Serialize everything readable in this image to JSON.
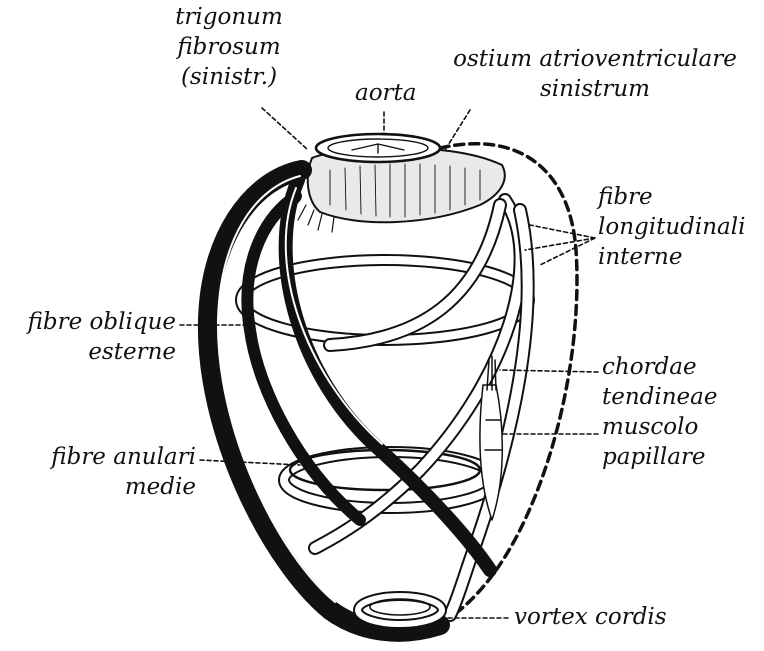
{
  "colors": {
    "ink": "#111111",
    "paper": "#ffffff",
    "ring_fill": "#ffffff",
    "base_fill": "#e9e9e9"
  },
  "labels": {
    "trigonum": [
      "trigonum",
      "fibrosum",
      "(sinistr.)"
    ],
    "aorta": "aorta",
    "ostium": [
      "ostium atrioventriculare",
      "sinistrum"
    ],
    "longitudinali": [
      "fibre",
      "longitudinali",
      "interne"
    ],
    "oblique": [
      "fibre oblique",
      "esterne"
    ],
    "chordae": [
      "chordae",
      "tendineae"
    ],
    "muscolo": [
      "muscolo",
      "papillare"
    ],
    "anulari": [
      "fibre anulari",
      "medie"
    ],
    "vortex": "vortex cordis"
  }
}
